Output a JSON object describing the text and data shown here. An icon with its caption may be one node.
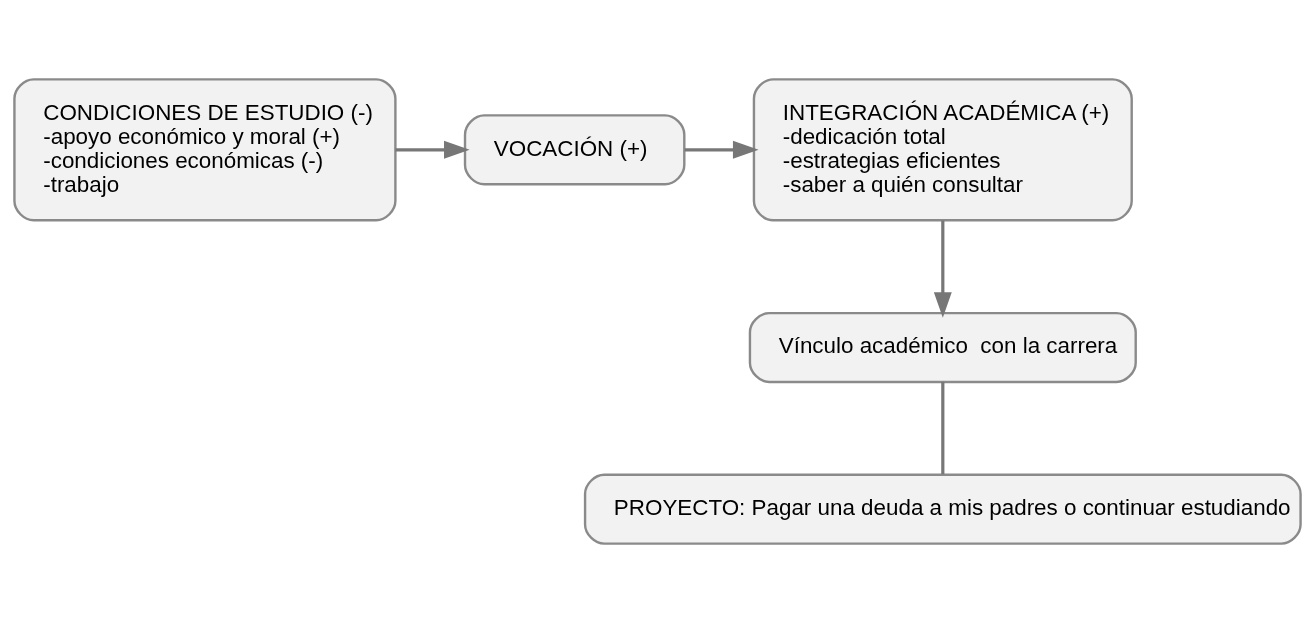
{
  "diagram": {
    "nodes": [
      {
        "text": [
          "CONDICIONES DE ESTUDIO (-)",
          "-apoyo económico y moral (+)",
          "-condiciones económicas (-)",
          "-trabajo"
        ]
      },
      {
        "text": [
          "VOCACIÓN (+)"
        ]
      },
      {
        "text": [
          "INTEGRACIÓN ACADÉMICA (+)",
          "-dedicación total",
          "-estrategias eficientes",
          "-saber a quién consultar"
        ]
      },
      {
        "text": [
          "Vínculo académico  con la carrera"
        ]
      },
      {
        "text": [
          "PROYECTO: Pagar una deuda a mis padres o continuar estudiando"
        ]
      }
    ],
    "edges": [
      {
        "from": 0,
        "to": 1,
        "arrow": "to"
      },
      {
        "from": 1,
        "to": 2,
        "arrow": "to"
      },
      {
        "from": 2,
        "to": 3,
        "arrow": "to"
      },
      {
        "from": 3,
        "to": 4,
        "arrow": "none"
      }
    ]
  }
}
